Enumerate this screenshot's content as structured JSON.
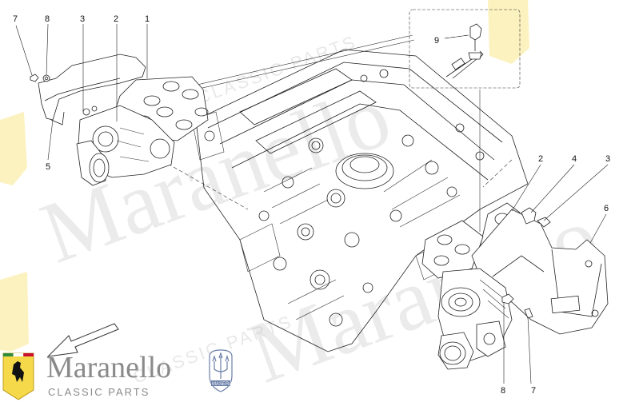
{
  "callouts": {
    "c7_top": "7",
    "c8_top": "8",
    "c3_top": "3",
    "c2_top": "2",
    "c1_top": "1",
    "c5_left": "5",
    "c9_inset": "9",
    "c2_right": "2",
    "c4_right": "4",
    "c3_right": "3",
    "c6_right": "6",
    "c8_bottom": "8",
    "c7_bottom": "7"
  },
  "branding": {
    "name": "Maranello",
    "tagline": "CLASSIC PARTS",
    "seal_label": "MASERATI"
  },
  "watermark": {
    "word": "Maranello",
    "tagline": "CLASSIC PARTS"
  },
  "colors": {
    "line": "#222222",
    "watermark": "#b9b9b9",
    "brand_text": "#8a8a8a",
    "ferrari_yellow": "#f5d94a",
    "maserati_blue": "#6a7ea8"
  },
  "icons": [
    "ferrari-badge-icon",
    "maserati-trident-icon",
    "direction-arrow-icon"
  ]
}
